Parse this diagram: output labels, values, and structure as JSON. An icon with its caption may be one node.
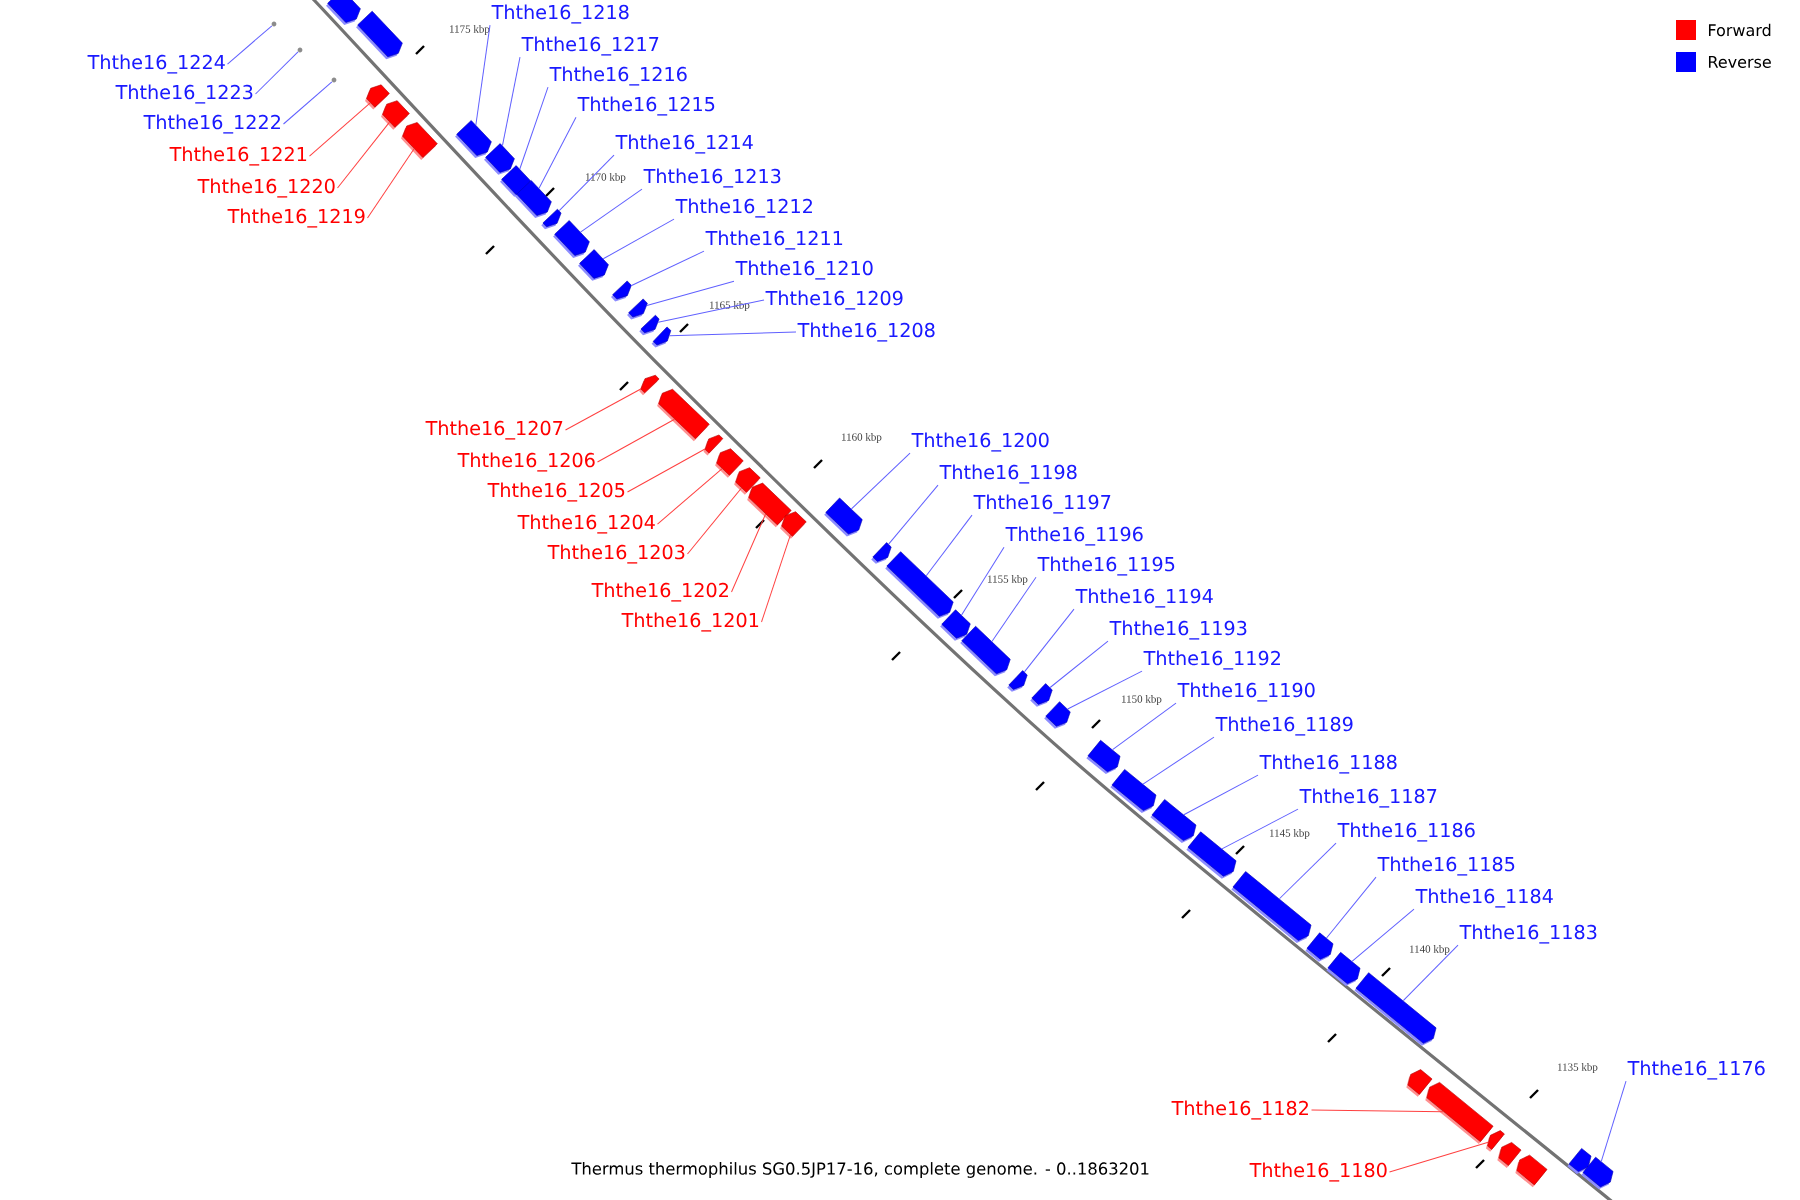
{
  "diagram": {
    "caption": "Thermus thermophilus SG0.5JP17-16, complete genome. - 0..1863201",
    "nodes": [
      {
        "text": [
          "Ththe16_1218"
        ]
      },
      {
        "text": [
          "Ththe16_1217"
        ]
      },
      {
        "text": [
          "Ththe16_1224"
        ]
      },
      {
        "text": [
          "Ththe16_1216"
        ]
      },
      {
        "text": [
          "Ththe16_1223"
        ]
      },
      {
        "text": [
          "Ththe16_1215"
        ]
      },
      {
        "text": [
          "Ththe16_1222"
        ]
      },
      {
        "text": [
          "Ththe16_1214"
        ]
      },
      {
        "text": [
          "Ththe16_1221"
        ]
      },
      {
        "text": [
          "Ththe16_1213"
        ]
      },
      {
        "text": [
          "Ththe16_1220"
        ]
      },
      {
        "text": [
          "Ththe16_1212"
        ]
      },
      {
        "text": [
          "Ththe16_1219"
        ]
      },
      {
        "text": [
          "Ththe16_1211"
        ]
      },
      {
        "text": [
          "Ththe16_1210"
        ]
      },
      {
        "text": [
          "Ththe16_1209"
        ]
      },
      {
        "text": [
          "Ththe16_1208"
        ]
      },
      {
        "text": [
          "Ththe16_1207"
        ]
      },
      {
        "text": [
          "Ththe16_1200"
        ]
      },
      {
        "text": [
          "Ththe16_1206"
        ]
      },
      {
        "text": [
          "Ththe16_1198"
        ]
      },
      {
        "text": [
          "Ththe16_1205"
        ]
      },
      {
        "text": [
          "Ththe16_1197"
        ]
      },
      {
        "text": [
          "Ththe16_1204"
        ]
      },
      {
        "text": [
          "Ththe16_1196"
        ]
      },
      {
        "text": [
          "Ththe16_1203"
        ]
      },
      {
        "text": [
          "Ththe16_1195"
        ]
      },
      {
        "text": [
          "Ththe16_1202"
        ]
      },
      {
        "text": [
          "Ththe16_1194"
        ]
      },
      {
        "text": [
          "Ththe16_1201"
        ]
      },
      {
        "text": [
          "Ththe16_1193"
        ]
      },
      {
        "text": [
          "Ththe16_1192"
        ]
      },
      {
        "text": [
          "Ththe16_1190"
        ]
      },
      {
        "text": [
          "Ththe16_1189"
        ]
      },
      {
        "text": [
          "Ththe16_1188"
        ]
      },
      {
        "text": [
          "Ththe16_1187"
        ]
      },
      {
        "text": [
          "Ththe16_1186"
        ]
      },
      {
        "text": [
          "Ththe16_1185"
        ]
      },
      {
        "text": [
          "Ththe16_1184"
        ]
      },
      {
        "text": [
          "Ththe16_1183"
        ]
      },
      {
        "text": [
          "Ththe16_1176"
        ]
      },
      {
        "text": [
          "Ththe16_1182"
        ]
      },
      {
        "text": [
          "Ththe16_1180"
        ]
      },
      {
        "text": [],
        "shape": "box"
      },
      {
        "text": [],
        "shape": "box"
      },
      {
        "text": [],
        "shape": "box"
      },
      {
        "text": [],
        "shape": "box"
      },
      {
        "text": [],
        "shape": "box"
      },
      {
        "text": [],
        "shape": "box"
      },
      {
        "text": [],
        "shape": "box"
      },
      {
        "text": [],
        "shape": "box"
      },
      {
        "text": [],
        "shape": "box"
      },
      {
        "text": [],
        "shape": "box"
      },
      {
        "text": [],
        "shape": "box"
      },
      {
        "text": [],
        "shape": "box"
      },
      {
        "text": [],
        "shape": "box"
      },
      {
        "text": [],
        "shape": "box"
      },
      {
        "text": [],
        "shape": "box"
      },
      {
        "text": [],
        "shape": "box"
      },
      {
        "text": [],
        "shape": "box"
      },
      {
        "text": [],
        "shape": "box"
      },
      {
        "text": [],
        "shape": "box"
      },
      {
        "text": [],
        "shape": "box"
      },
      {
        "text": [],
        "shape": "box"
      },
      {
        "text": [],
        "shape": "box"
      },
      {
        "text": [],
        "shape": "box"
      },
      {
        "text": [],
        "shape": "box"
      },
      {
        "text": [],
        "shape": "box"
      },
      {
        "text": [],
        "shape": "box"
      },
      {
        "text": [],
        "shape": "box"
      },
      {
        "text": [],
        "shape": "box"
      },
      {
        "text": [],
        "shape": "box"
      },
      {
        "text": [],
        "shape": "box"
      },
      {
        "text": [],
        "shape": "box"
      },
      {
        "text": [],
        "shape": "box"
      },
      {
        "text": [],
        "shape": "box"
      },
      {
        "text": [],
        "shape": "box"
      },
      {
        "text": [],
        "shape": "box"
      },
      {
        "text": [],
        "shape": "box"
      },
      {
        "text": [],
        "shape": "box"
      },
      {
        "text": [],
        "shape": "box"
      },
      {
        "text": [],
        "shape": "box"
      },
      {
        "text": [],
        "shape": "box"
      },
      {
        "text": [],
        "shape": "box"
      },
      {
        "text": [],
        "shape": "box"
      },
      {
        "text": [],
        "shape": "box"
      },
      {
        "text": [],
        "shape": "box"
      },
      {
        "text": [],
        "shape": "box"
      },
      {
        "text": [],
        "shape": "box"
      },
      {
        "text": [],
        "shape": "circle"
      },
      {
        "text": [],
        "shape": "circle"
      },
      {
        "text": [],
        "shape": "circle"
      }
    ],
    "edges": [
      {
        "from": 0,
        "to": 47,
        "arrow": "none"
      },
      {
        "from": 1,
        "to": 49,
        "arrow": "none"
      },
      {
        "from": 2,
        "to": 89,
        "arrow": "none"
      },
      {
        "from": 3,
        "to": 50,
        "arrow": "none"
      },
      {
        "from": 4,
        "to": 90,
        "arrow": "none"
      },
      {
        "from": 5,
        "to": 51,
        "arrow": "none"
      },
      {
        "from": 6,
        "to": 91,
        "arrow": "none"
      },
      {
        "from": 7,
        "to": 52,
        "arrow": "none"
      },
      {
        "from": 8,
        "to": 45,
        "arrow": "none",
        "color": "#ff4040"
      },
      {
        "from": 9,
        "to": 53,
        "arrow": "none"
      },
      {
        "from": 10,
        "to": 46,
        "arrow": "none",
        "color": "#ff4040"
      },
      {
        "from": 11,
        "to": 54,
        "arrow": "none"
      },
      {
        "from": 12,
        "to": 48,
        "arrow": "none",
        "color": "#ff4040"
      },
      {
        "from": 13,
        "to": 55,
        "arrow": "none"
      },
      {
        "from": 14,
        "to": 56,
        "arrow": "none"
      },
      {
        "from": 15,
        "to": 57,
        "arrow": "none"
      },
      {
        "from": 16,
        "to": 58,
        "arrow": "none"
      },
      {
        "from": 17,
        "to": 59,
        "arrow": "none",
        "color": "#ff4040"
      },
      {
        "from": 18,
        "to": 65,
        "arrow": "none"
      },
      {
        "from": 19,
        "to": 60,
        "arrow": "none",
        "color": "#ff4040"
      },
      {
        "from": 20,
        "to": 67,
        "arrow": "none"
      },
      {
        "from": 21,
        "to": 61,
        "arrow": "none",
        "color": "#ff4040"
      },
      {
        "from": 22,
        "to": 68,
        "arrow": "none"
      },
      {
        "from": 23,
        "to": 62,
        "arrow": "none",
        "color": "#ff4040"
      },
      {
        "from": 24,
        "to": 69,
        "arrow": "none"
      },
      {
        "from": 25,
        "to": 63,
        "arrow": "none",
        "color": "#ff4040"
      },
      {
        "from": 26,
        "to": 70,
        "arrow": "none"
      },
      {
        "from": 27,
        "to": 64,
        "arrow": "none",
        "color": "#ff4040"
      },
      {
        "from": 28,
        "to": 71,
        "arrow": "none"
      },
      {
        "from": 29,
        "to": 66,
        "arrow": "none",
        "color": "#ff4040"
      },
      {
        "from": 30,
        "to": 72,
        "arrow": "none"
      },
      {
        "from": 31,
        "to": 73,
        "arrow": "none"
      },
      {
        "from": 32,
        "to": 74,
        "arrow": "none"
      },
      {
        "from": 33,
        "to": 75,
        "arrow": "none"
      },
      {
        "from": 34,
        "to": 76,
        "arrow": "none"
      },
      {
        "from": 35,
        "to": 77,
        "arrow": "none"
      },
      {
        "from": 36,
        "to": 78,
        "arrow": "none"
      },
      {
        "from": 37,
        "to": 79,
        "arrow": "none"
      },
      {
        "from": 38,
        "to": 80,
        "arrow": "none"
      },
      {
        "from": 39,
        "to": 81,
        "arrow": "none"
      },
      {
        "from": 40,
        "to": 88,
        "arrow": "none"
      },
      {
        "from": 41,
        "to": 83,
        "arrow": "none",
        "color": "#ff4040"
      },
      {
        "from": 42,
        "to": 84,
        "arrow": "none",
        "color": "#ff4040"
      }
    ],
    "labels": [
      "1175 kbp",
      "1170 kbp",
      "1165 kbp",
      "1160 kbp",
      "1155 kbp",
      "1150 kbp",
      "1145 kbp",
      "1140 kbp",
      "1135 kbp"
    ],
    "legend": [
      {
        "text": "Forward",
        "color": "#ff0000"
      },
      {
        "text": "Reverse",
        "color": "#0000ff"
      }
    ]
  }
}
